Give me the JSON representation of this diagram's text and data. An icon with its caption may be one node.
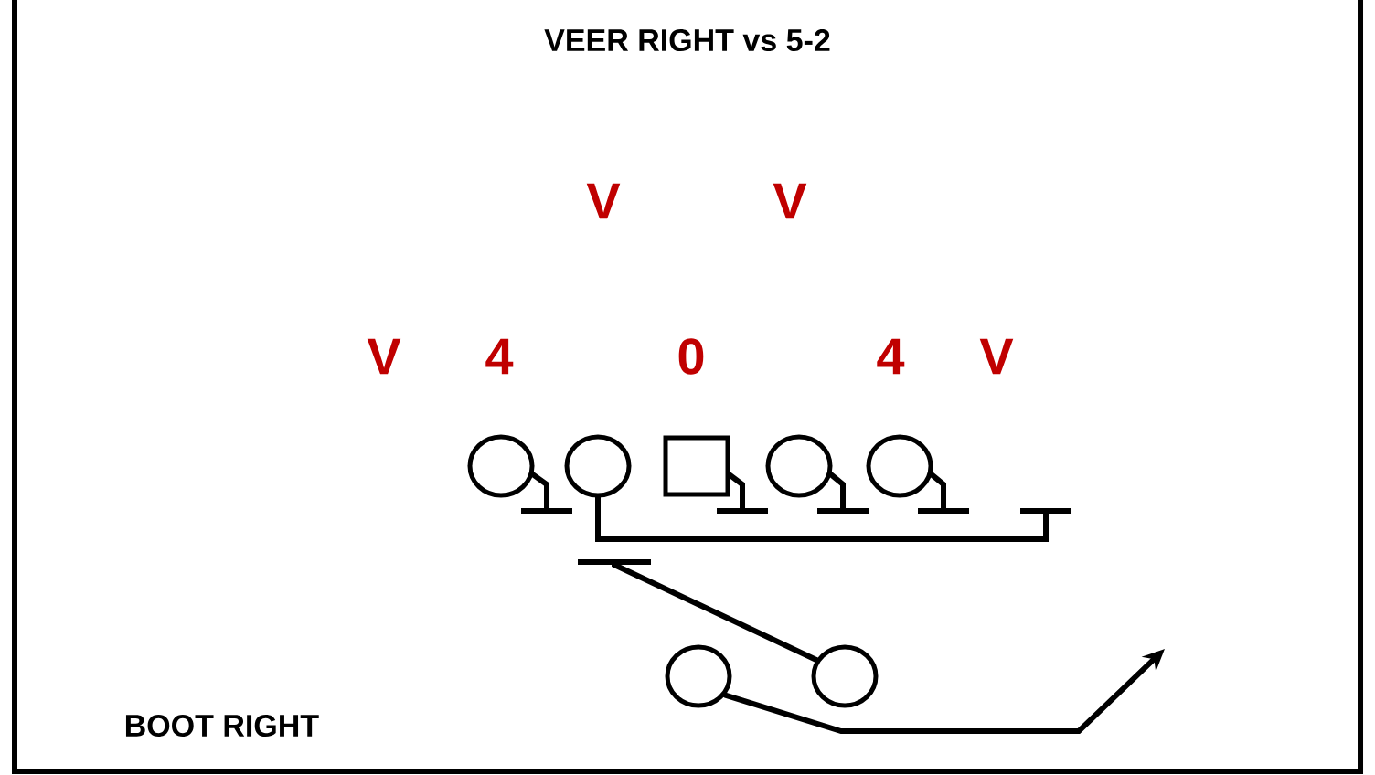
{
  "diagram": {
    "title": "VEER RIGHT vs 5-2",
    "nodes": [
      {
        "text": [],
        "shape": "circle"
      },
      {
        "text": [],
        "shape": "circle"
      },
      {
        "text": [],
        "shape": "box"
      },
      {
        "text": [],
        "shape": "circle"
      },
      {
        "text": [],
        "shape": "circle"
      },
      {
        "text": [],
        "shape": "circle"
      },
      {
        "text": [],
        "shape": "circle"
      }
    ],
    "edges": [
      {
        "from": 0,
        "to": null,
        "arrow": "other"
      },
      {
        "from": 1,
        "to": null,
        "arrow": "other"
      },
      {
        "from": 2,
        "to": null,
        "arrow": "other"
      },
      {
        "from": 3,
        "to": null,
        "arrow": "other"
      },
      {
        "from": 4,
        "to": null,
        "arrow": "other"
      },
      {
        "from": 6,
        "to": null,
        "arrow": "other"
      },
      {
        "from": 5,
        "to": null,
        "arrow": "to"
      }
    ],
    "labels": [
      "V",
      "V",
      "V",
      "4",
      "0",
      "4",
      "V",
      "BOOT RIGHT"
    ]
  }
}
